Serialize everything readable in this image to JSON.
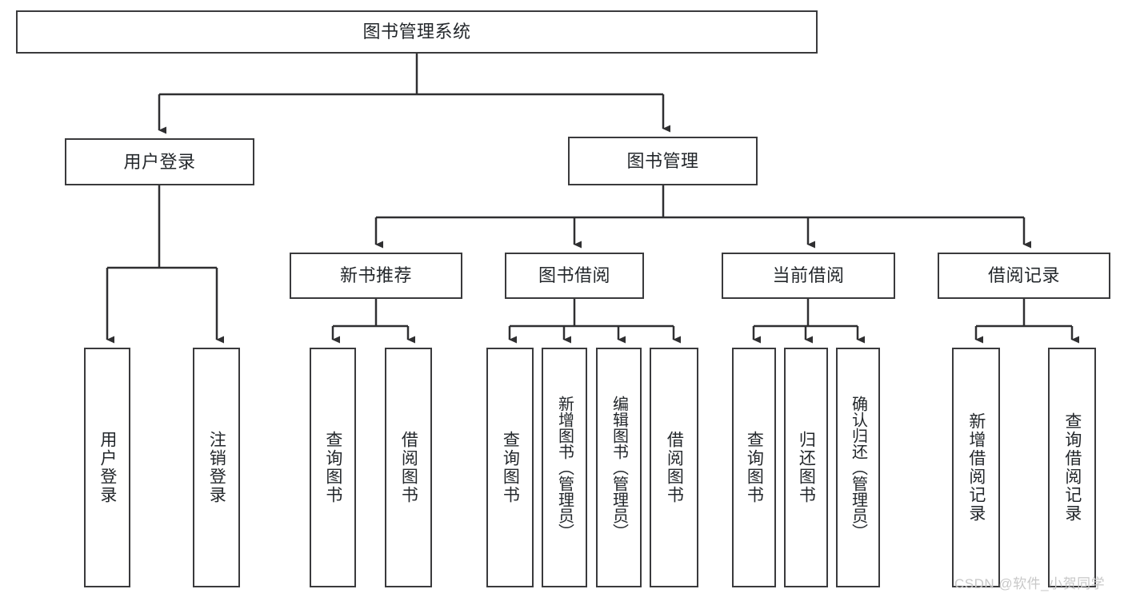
{
  "diagram": {
    "title": "图书管理系统",
    "type": "hierarchy-tree",
    "orientation": "top-down",
    "colors": {
      "box_border": "#3a3a3c",
      "box_fill": "#ffffff",
      "connector": "#2f2f31",
      "text": "#23272b",
      "watermark": "#c8c8c8",
      "background": "#ffffff"
    },
    "nodes": {
      "root": {
        "label": "图书管理系统",
        "level": 0
      },
      "level1": [
        {
          "id": "user-login",
          "label": "用户登录"
        },
        {
          "id": "book-management",
          "label": "图书管理"
        }
      ],
      "level2": [
        {
          "id": "new-book-recommend",
          "label": "新书推荐",
          "parent": "book-management"
        },
        {
          "id": "book-borrow",
          "label": "图书借阅",
          "parent": "book-management"
        },
        {
          "id": "current-borrow",
          "label": "当前借阅",
          "parent": "book-management"
        },
        {
          "id": "borrow-record",
          "label": "借阅记录",
          "parent": "book-management"
        }
      ],
      "leaves": [
        {
          "id": "leaf-user-login",
          "label": "用户登录",
          "parent": "user-login"
        },
        {
          "id": "leaf-logout",
          "label": "注销登录",
          "parent": "user-login"
        },
        {
          "id": "leaf-query-book-1",
          "label": "查询图书",
          "parent": "new-book-recommend"
        },
        {
          "id": "leaf-borrow-book-1",
          "label": "借阅图书",
          "parent": "new-book-recommend"
        },
        {
          "id": "leaf-query-book-2",
          "label": "查询图书",
          "parent": "book-borrow"
        },
        {
          "id": "leaf-add-book",
          "label": "新增图书（管理员）",
          "parent": "book-borrow"
        },
        {
          "id": "leaf-edit-book",
          "label": "编辑图书（管理员）",
          "parent": "book-borrow"
        },
        {
          "id": "leaf-borrow-book-2",
          "label": "借阅图书",
          "parent": "book-borrow"
        },
        {
          "id": "leaf-query-book-3",
          "label": "查询图书",
          "parent": "current-borrow"
        },
        {
          "id": "leaf-return-book",
          "label": "归还图书",
          "parent": "current-borrow"
        },
        {
          "id": "leaf-confirm-return",
          "label": "确认归还（管理员）",
          "parent": "current-borrow"
        },
        {
          "id": "leaf-add-record",
          "label": "新增借阅记录",
          "parent": "borrow-record"
        },
        {
          "id": "leaf-query-record",
          "label": "查询借阅记录",
          "parent": "borrow-record"
        }
      ]
    }
  },
  "watermark": {
    "text": "CSDN @软件_小贺同学"
  }
}
